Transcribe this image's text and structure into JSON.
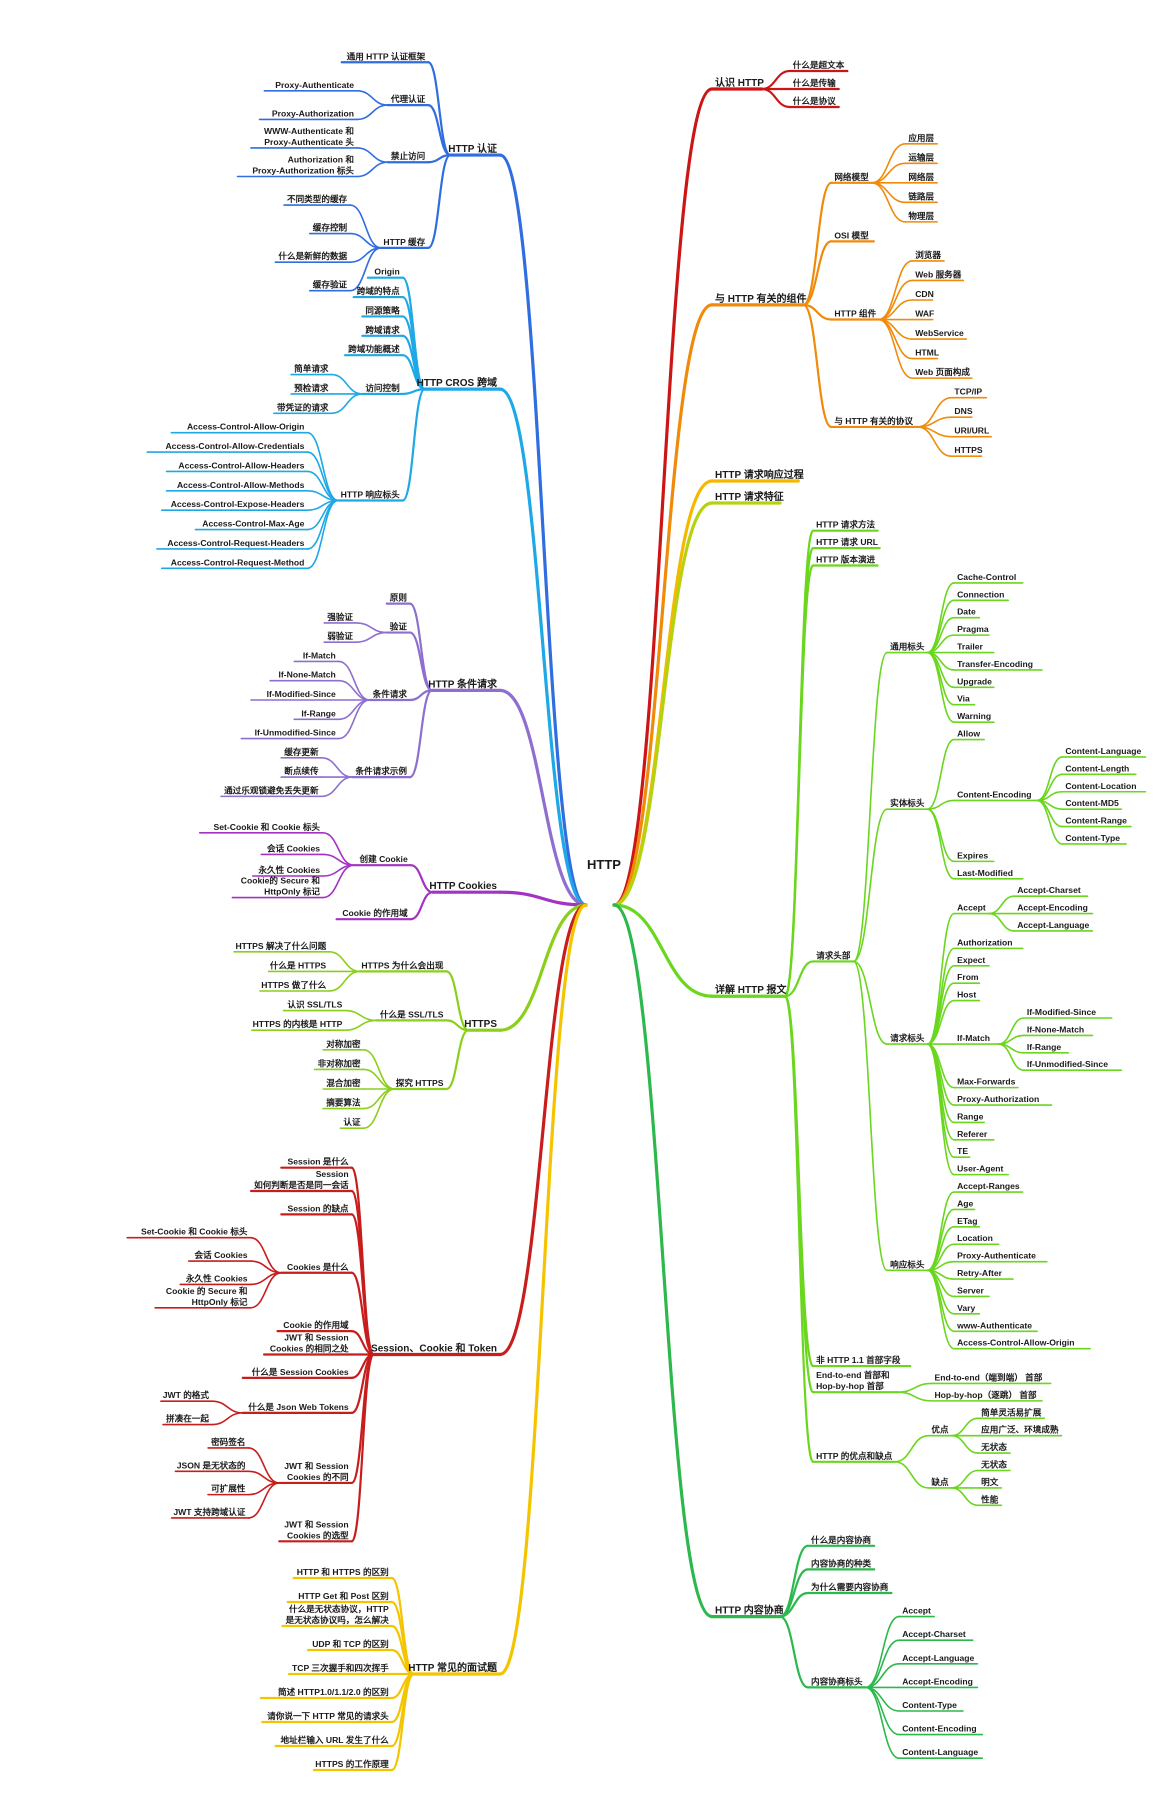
{
  "root": {
    "title": "HTTP"
  },
  "branches": [
    {
      "id": "auth",
      "side": "L",
      "color": "#2f6de1",
      "label": "HTTP 认证",
      "children": [
        {
          "label": "通用 HTTP 认证框架",
          "children": []
        },
        {
          "label": "代理认证",
          "children": [
            {
              "label": "Proxy-Authenticate"
            },
            {
              "label": "Proxy-Authorization"
            }
          ]
        },
        {
          "label": "禁止访问",
          "children": [
            {
              "label": "WWW-Authenticate 和\nProxy-Authenticate 头"
            },
            {
              "label": "Authorization 和\nProxy-Authorization 标头"
            }
          ]
        },
        {
          "label": "HTTP 缓存",
          "children": [
            {
              "label": "不同类型的缓存"
            },
            {
              "label": "缓存控制"
            },
            {
              "label": "什么是新鲜的数据"
            },
            {
              "label": "缓存验证"
            }
          ]
        }
      ]
    },
    {
      "id": "cors",
      "side": "L",
      "color": "#1ea8e6",
      "label": "HTTP CROS 跨域",
      "children": [
        {
          "label": "Origin",
          "children": []
        },
        {
          "label": "跨域的特点",
          "children": []
        },
        {
          "label": "同源策略",
          "children": []
        },
        {
          "label": "跨域请求",
          "children": []
        },
        {
          "label": "跨域功能概述",
          "children": []
        },
        {
          "label": "访问控制",
          "children": [
            {
              "label": "简单请求"
            },
            {
              "label": "预检请求"
            },
            {
              "label": "带凭证的请求"
            }
          ]
        },
        {
          "label": "HTTP 响应标头",
          "children": [
            {
              "label": "Access-Control-Allow-Origin"
            },
            {
              "label": "Access-Control-Allow-Credentials"
            },
            {
              "label": "Access-Control-Allow-Headers"
            },
            {
              "label": "Access-Control-Allow-Methods"
            },
            {
              "label": "Access-Control-Expose-Headers"
            },
            {
              "label": "Access-Control-Max-Age"
            },
            {
              "label": "Access-Control-Request-Headers"
            },
            {
              "label": "Access-Control-Request-Method"
            }
          ]
        }
      ]
    },
    {
      "id": "cond",
      "side": "L",
      "color": "#8e6fcf",
      "label": "HTTP 条件请求",
      "children": [
        {
          "label": "原则",
          "children": []
        },
        {
          "label": "验证",
          "children": [
            {
              "label": "强验证"
            },
            {
              "label": "弱验证"
            }
          ]
        },
        {
          "label": "条件请求",
          "children": [
            {
              "label": "If-Match"
            },
            {
              "label": "If-None-Match"
            },
            {
              "label": "If-Modified-Since"
            },
            {
              "label": "If-Range"
            },
            {
              "label": "If-Unmodified-Since"
            }
          ]
        },
        {
          "label": "条件请求示例",
          "children": [
            {
              "label": "缓存更新"
            },
            {
              "label": "断点续传"
            },
            {
              "label": "通过乐观锁避免丢失更新"
            }
          ]
        }
      ]
    },
    {
      "id": "cookies",
      "side": "L",
      "color": "#a433c4",
      "label": "HTTP Cookies",
      "children": [
        {
          "label": "创建 Cookie",
          "children": [
            {
              "label": "Set-Cookie 和 Cookie 标头"
            },
            {
              "label": "会话 Cookies"
            },
            {
              "label": "永久性 Cookies"
            },
            {
              "label": "Cookie的 Secure 和\nHttpOnly 标记"
            }
          ]
        },
        {
          "label": "Cookie 的作用域",
          "children": []
        }
      ]
    },
    {
      "id": "https",
      "side": "L",
      "color": "#8bcf1a",
      "label": "HTTPS",
      "children": [
        {
          "label": "HTTPS 为什么会出现",
          "children": [
            {
              "label": "HTTPS 解决了什么问题"
            },
            {
              "label": "什么是 HTTPS"
            },
            {
              "label": "HTTPS 做了什么"
            }
          ]
        },
        {
          "label": "什么是 SSL/TLS",
          "children": [
            {
              "label": "认识 SSL/TLS"
            },
            {
              "label": "HTTPS 的内核是 HTTP"
            }
          ]
        },
        {
          "label": "探究 HTTPS",
          "children": [
            {
              "label": "对称加密"
            },
            {
              "label": "非对称加密"
            },
            {
              "label": "混合加密"
            },
            {
              "label": "摘要算法"
            },
            {
              "label": "认证"
            }
          ]
        }
      ]
    },
    {
      "id": "session",
      "side": "L",
      "color": "#c81d1d",
      "label": "Session、Cookie 和 Token",
      "children": [
        {
          "label": "Session 是什么",
          "children": []
        },
        {
          "label": "Session\n如何判断是否是同一会话",
          "children": []
        },
        {
          "label": "Session 的缺点",
          "children": []
        },
        {
          "label": "Cookies 是什么",
          "children": [
            {
              "label": "Set-Cookie 和 Cookie 标头"
            },
            {
              "label": "会话 Cookies"
            },
            {
              "label": "永久性 Cookies"
            },
            {
              "label": "Cookie 的 Secure 和\nHttpOnly 标记"
            }
          ]
        },
        {
          "label": "Cookie 的作用域",
          "children": []
        },
        {
          "label": "JWT 和 Session\nCookies 的相同之处",
          "children": []
        },
        {
          "label": "什么是 Session Cookies",
          "children": []
        },
        {
          "label": "什么是 Json Web Tokens",
          "children": [
            {
              "label": "JWT 的格式"
            },
            {
              "label": "拼凑在一起"
            }
          ]
        },
        {
          "label": "JWT 和 Session\nCookies 的不同",
          "children": [
            {
              "label": "密码签名"
            },
            {
              "label": "JSON 是无状态的"
            },
            {
              "label": "可扩展性"
            },
            {
              "label": "JWT 支持跨域认证"
            }
          ]
        },
        {
          "label": "JWT 和 Session\nCookies 的选型",
          "children": []
        }
      ]
    },
    {
      "id": "interview",
      "side": "L",
      "color": "#f4c400",
      "label": "HTTP 常见的面试题",
      "children": [
        {
          "label": "HTTP 和 HTTPS 的区别",
          "children": []
        },
        {
          "label": "HTTP Get 和 Post 区别",
          "children": []
        },
        {
          "label": "什么是无状态协议，HTTP\n是无状态协议吗，怎么解决",
          "children": []
        },
        {
          "label": "UDP 和 TCP 的区别",
          "children": []
        },
        {
          "label": "TCP 三次握手和四次挥手",
          "children": []
        },
        {
          "label": "简述 HTTP1.0/1.1/2.0 的区别",
          "children": []
        },
        {
          "label": "请你说一下 HTTP 常见的请求头",
          "children": []
        },
        {
          "label": "地址栏输入 URL 发生了什么",
          "children": []
        },
        {
          "label": "HTTPS 的工作原理",
          "children": []
        }
      ]
    },
    {
      "id": "know",
      "side": "R",
      "color": "#cc1515",
      "label": "认识 HTTP",
      "children": [
        {
          "label": "什么是超文本",
          "children": []
        },
        {
          "label": "什么是传输",
          "children": []
        },
        {
          "label": "什么是协议",
          "children": []
        }
      ]
    },
    {
      "id": "comp",
      "side": "R",
      "color": "#f08a0a",
      "label": "与 HTTP 有关的组件",
      "children": [
        {
          "label": "网络模型",
          "children": [
            {
              "label": "应用层"
            },
            {
              "label": "运输层"
            },
            {
              "label": "网络层"
            },
            {
              "label": "链路层"
            },
            {
              "label": "物理层"
            }
          ]
        },
        {
          "label": "OSI 模型",
          "children": []
        },
        {
          "label": "HTTP 组件",
          "children": [
            {
              "label": "浏览器"
            },
            {
              "label": "Web 服务器"
            },
            {
              "label": "CDN"
            },
            {
              "label": "WAF"
            },
            {
              "label": "WebService"
            },
            {
              "label": "HTML"
            },
            {
              "label": "Web 页面构成"
            }
          ]
        },
        {
          "label": "与 HTTP 有关的协议",
          "children": [
            {
              "label": "TCP/IP"
            },
            {
              "label": "DNS"
            },
            {
              "label": "URI/URL"
            },
            {
              "label": "HTTPS"
            }
          ]
        }
      ]
    },
    {
      "id": "process",
      "side": "R",
      "color": "#f5b800",
      "label": "HTTP 请求响应过程",
      "children": []
    },
    {
      "id": "feature",
      "side": "R",
      "color": "#b6d20f",
      "label": "HTTP 请求特征",
      "children": []
    },
    {
      "id": "detail",
      "side": "R",
      "color": "#6ad61e",
      "label": "详解 HTTP 报文",
      "children": [
        {
          "label": "HTTP 请求方法",
          "children": []
        },
        {
          "label": "HTTP 请求 URL",
          "children": []
        },
        {
          "label": "HTTP 版本演进",
          "children": []
        },
        {
          "label": "请求头部",
          "children": [
            {
              "label": "通用标头",
              "children": [
                {
                  "label": "Cache-Control"
                },
                {
                  "label": "Connection"
                },
                {
                  "label": "Date"
                },
                {
                  "label": "Pragma"
                },
                {
                  "label": "Trailer"
                },
                {
                  "label": "Transfer-Encoding"
                },
                {
                  "label": "Upgrade"
                },
                {
                  "label": "Via"
                },
                {
                  "label": "Warning"
                }
              ]
            },
            {
              "label": "实体标头",
              "children": [
                {
                  "label": "Allow"
                },
                {
                  "label": "Content-Encoding",
                  "children": [
                    {
                      "label": "Content-Language"
                    },
                    {
                      "label": "Content-Length"
                    },
                    {
                      "label": "Content-Location"
                    },
                    {
                      "label": "Content-MD5"
                    },
                    {
                      "label": "Content-Range"
                    },
                    {
                      "label": "Content-Type"
                    }
                  ]
                },
                {
                  "label": "Expires"
                },
                {
                  "label": "Last-Modified"
                }
              ]
            },
            {
              "label": "请求标头",
              "children": [
                {
                  "label": "Accept",
                  "children": [
                    {
                      "label": "Accept-Charset"
                    },
                    {
                      "label": "Accept-Encoding"
                    },
                    {
                      "label": "Accept-Language"
                    }
                  ]
                },
                {
                  "label": "Authorization"
                },
                {
                  "label": "Expect"
                },
                {
                  "label": "From"
                },
                {
                  "label": "Host"
                },
                {
                  "label": "If-Match",
                  "children": [
                    {
                      "label": "If-Modified-Since"
                    },
                    {
                      "label": "If-None-Match"
                    },
                    {
                      "label": "If-Range"
                    },
                    {
                      "label": "If-Unmodified-Since"
                    }
                  ]
                },
                {
                  "label": "Max-Forwards"
                },
                {
                  "label": "Proxy-Authorization"
                },
                {
                  "label": "Range"
                },
                {
                  "label": "Referer"
                },
                {
                  "label": "TE"
                },
                {
                  "label": "User-Agent"
                }
              ]
            },
            {
              "label": "响应标头",
              "children": [
                {
                  "label": "Accept-Ranges"
                },
                {
                  "label": "Age"
                },
                {
                  "label": "ETag"
                },
                {
                  "label": "Location"
                },
                {
                  "label": "Proxy-Authenticate"
                },
                {
                  "label": "Retry-After"
                },
                {
                  "label": "Server"
                },
                {
                  "label": "Vary"
                },
                {
                  "label": "www-Authenticate"
                },
                {
                  "label": "Access-Control-Allow-Origin"
                }
              ]
            }
          ]
        },
        {
          "label": "非 HTTP 1.1 首部字段",
          "children": []
        },
        {
          "label": "End-to-end 首部和\nHop-by-hop 首部",
          "children": [
            {
              "label": "End-to-end（端到端） 首部"
            },
            {
              "label": "Hop-by-hop（逐跳） 首部"
            }
          ]
        },
        {
          "label": "HTTP 的优点和缺点",
          "children": [
            {
              "label": "优点",
              "children": [
                {
                  "label": "简单灵活易扩展"
                },
                {
                  "label": "应用广泛、环境成熟"
                },
                {
                  "label": "无状态"
                }
              ]
            },
            {
              "label": "缺点",
              "children": [
                {
                  "label": "无状态"
                },
                {
                  "label": "明文"
                },
                {
                  "label": "性能"
                }
              ]
            }
          ]
        }
      ]
    },
    {
      "id": "negotiate",
      "side": "R",
      "color": "#2cb84c",
      "label": "HTTP 内容协商",
      "children": [
        {
          "label": "什么是内容协商",
          "children": []
        },
        {
          "label": "内容协商的种类",
          "children": []
        },
        {
          "label": "为什么需要内容协商",
          "children": []
        },
        {
          "label": "内容协商标头",
          "children": [
            {
              "label": "Accept"
            },
            {
              "label": "Accept-Charset"
            },
            {
              "label": "Accept-Language"
            },
            {
              "label": "Accept-Encoding"
            },
            {
              "label": "Content-Type"
            },
            {
              "label": "Content-Encoding"
            },
            {
              "label": "Content-Language"
            }
          ]
        }
      ]
    }
  ]
}
